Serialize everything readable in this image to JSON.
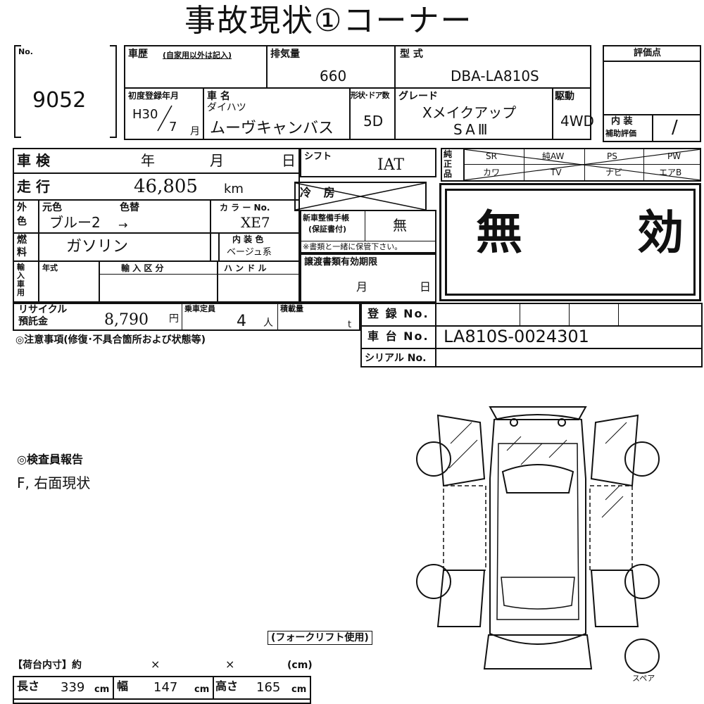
{
  "title": "事故現状①コーナー",
  "lot": {
    "label": "No.",
    "number": "9052"
  },
  "history": {
    "label": "車歴",
    "note": "(自家用以外は記入)",
    "value": ""
  },
  "displacement": {
    "label": "排気量",
    "value": "660"
  },
  "model": {
    "label": "型 式",
    "value": "DBA-LA810S"
  },
  "first_reg": {
    "label": "初度登録年月",
    "year": "H30",
    "month": "7",
    "month_unit": "月"
  },
  "car_name": {
    "label": "車 名",
    "maker": "ダイハツ",
    "name": "ムーヴキャンバス"
  },
  "body_doors": {
    "label": "形状･ドア数",
    "value": "5D"
  },
  "grade": {
    "label": "グレード",
    "line1": "Xメイクアップ",
    "line2": "SAⅢ"
  },
  "drive": {
    "label": "駆動",
    "value": "4WD"
  },
  "score": {
    "label": "評価点",
    "interior_label1": "内 装",
    "interior_label2": "補助評価",
    "interior_value": "/"
  },
  "inspection": {
    "label": "車 検",
    "year": "年",
    "month": "月",
    "day": "日"
  },
  "mileage": {
    "label": "走 行",
    "value": "46,805",
    "unit": "km"
  },
  "color": {
    "label_top": "外",
    "label_bottom": "色",
    "orig_label": "元色",
    "repaint_label": "色替",
    "code_label": "カ ラ ー No.",
    "value": "ブルー2",
    "arrow": "→",
    "code": "XE7"
  },
  "fuel": {
    "label_top": "燃",
    "label_bottom": "料",
    "value": "ガソリン",
    "interior_color_label": "内 装 色",
    "interior_color": "ベージュ系"
  },
  "import": {
    "label": "輸入車用",
    "year_label": "年式",
    "cat_label": "輸 入 区 分",
    "handle_label": "ハ ン ド ル"
  },
  "shift": {
    "label": "シフト",
    "value": "IAT"
  },
  "aircon": {
    "label": "冷 房"
  },
  "maintenance": {
    "label1": "新車整備手帳",
    "label2": "(保証書付)",
    "value": "無",
    "note": "※書類と一緒に保管下さい。"
  },
  "transfer": {
    "label": "譲渡書類有効期限",
    "month": "月",
    "day": "日"
  },
  "options": {
    "label": "純正品",
    "row1": [
      "SR",
      "純AW",
      "PS",
      "PW"
    ],
    "row2": [
      "カワ",
      "TV",
      "ナビ",
      "エアB"
    ]
  },
  "invalid_stamp": "無 効",
  "recycle": {
    "label1": "リサイクル",
    "label2": "預託金",
    "value": "8,790",
    "unit": "円"
  },
  "capacity": {
    "label": "乗車定員",
    "value": "4",
    "unit": "人"
  },
  "load": {
    "label": "積載量",
    "unit": "t"
  },
  "registration": {
    "label": "登 録 No.",
    "value": ""
  },
  "chassis": {
    "label": "車 台 No.",
    "value": "LA810S-0024301"
  },
  "serial": {
    "label": "シリアル No.",
    "value": ""
  },
  "notes_label": "◎注意事項(修復･不具合箇所および状態等)",
  "inspector": {
    "label": "◎検査員報告",
    "text": "F, 右面現状"
  },
  "forklift": "(フォークリフト使用)",
  "cargo": {
    "header": "【荷台内寸】約",
    "x1": "×",
    "x2": "×",
    "unit_hdr": "(cm)",
    "length_label": "長さ",
    "length": "339",
    "width_label": "幅",
    "width": "147",
    "height_label": "高さ",
    "height": "165",
    "unit": "cm"
  },
  "spare_label": "スペア"
}
